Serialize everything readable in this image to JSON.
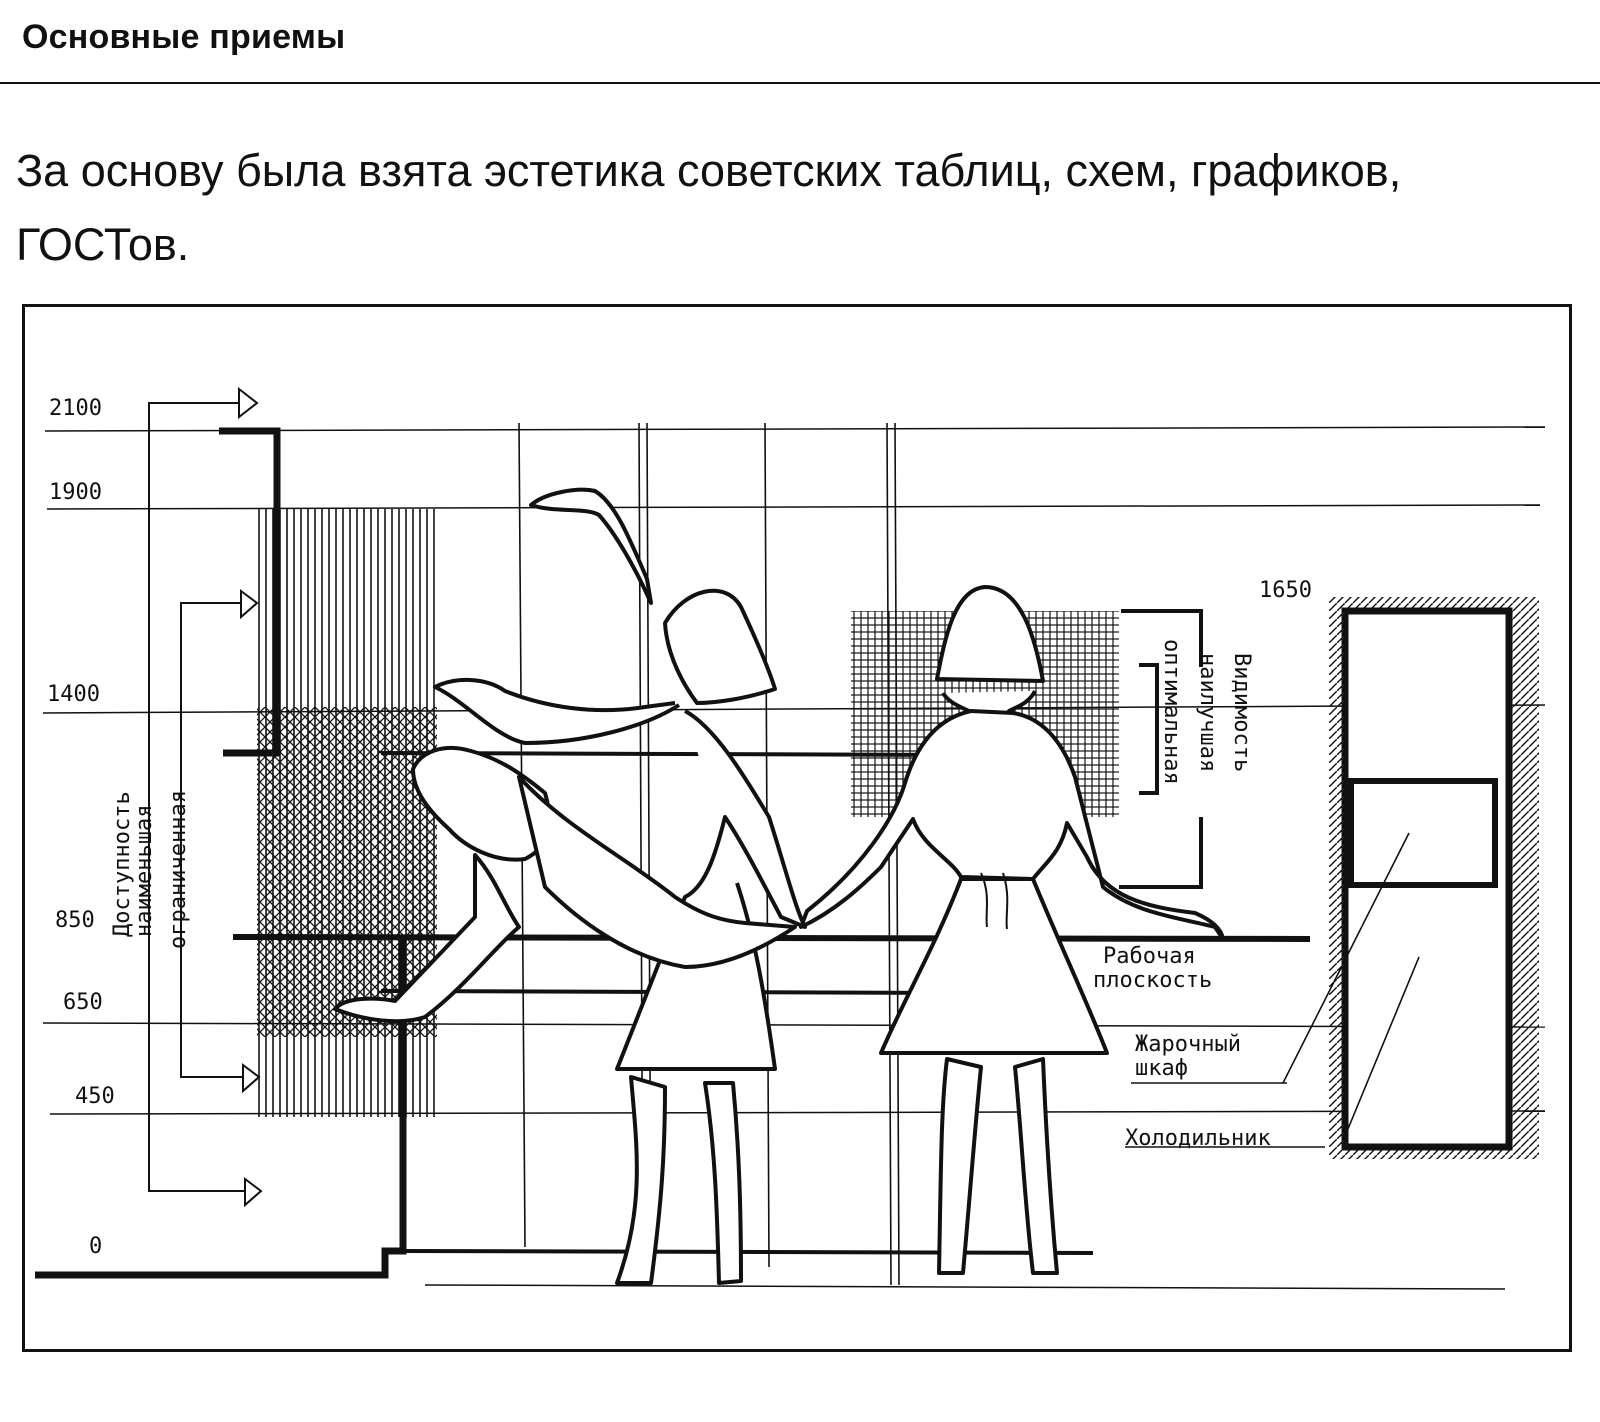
{
  "header": {
    "title": "Основные приемы"
  },
  "intro": {
    "text": "За основу была взята эстетика советских таблиц, схем, графиков, ГОСТов."
  },
  "diagram": {
    "levels": [
      "2100",
      "1900",
      "1400",
      "850",
      "650",
      "450",
      "0",
      "1650"
    ],
    "vertical_labels": {
      "accessibility": "Доступность",
      "least": "наименьшая",
      "limited": "ограниченная",
      "visibility": "Видимость",
      "best": "наилучшая",
      "optimal": "оптимальная"
    },
    "zones": {
      "work_surface_1": "Рабочая",
      "work_surface_2": "плоскость",
      "oven_1": "Жарочный",
      "oven_2": "шкаф",
      "fridge": "Холодильник"
    }
  }
}
